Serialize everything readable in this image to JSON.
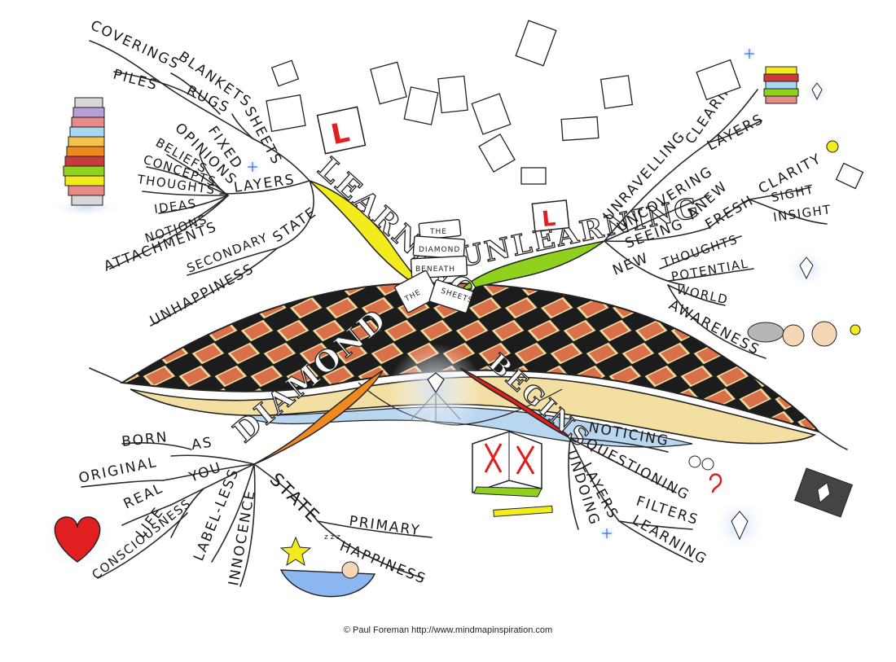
{
  "center": {
    "lines": [
      "THE",
      "DIAMOND",
      "BENEATH",
      "THE",
      "SHEETS"
    ]
  },
  "branches": {
    "learning": {
      "title": "LEARNING",
      "color": "#f2ec1c",
      "labels": {
        "sheets": "SHEETS",
        "blankets": "BLANKETS",
        "coverings": "COVERINGS",
        "rugs": "RUGS",
        "piles": "PILES",
        "layers": "LAYERS",
        "fixed": "FIXED",
        "opinions": "OPINIONS",
        "beliefs": "BELIEFS",
        "concepts": "CONCEPTS",
        "thoughts": "THOUGHTS",
        "ideas": "IDEAS",
        "notions": "NOTIONS",
        "attachments": "ATTACHMENTS",
        "state": "STATE",
        "secondary": "SECONDARY",
        "unhappiness": "UNHAPPINESS"
      }
    },
    "unlearning": {
      "title": "UNLEARNING",
      "color": "#8fd11c",
      "labels": {
        "unravelling": "UNRAVELLING",
        "clearing": "CLEARING",
        "layers": "LAYERS",
        "uncovering": "UNCOVERING",
        "seeing": "SEEING",
        "anew": "ANEW",
        "fresh": "FRESH",
        "clarity": "CLARITY",
        "sight": "SIGHT",
        "insight": "INSIGHT",
        "new": "NEW",
        "thoughts": "THOUGHTS",
        "potential": "POTENTIAL",
        "world": "WORLD",
        "awareness": "AWARENESS"
      }
    },
    "diamond": {
      "title": "DIAMOND",
      "color": "#f08a1e",
      "labels": {
        "born": "BORN",
        "as": "AS",
        "original": "ORIGINAL",
        "you": "YOU",
        "real": "REAL",
        "life": "LIFE",
        "consciousness": "CONSCIOUSNESS",
        "labelless": "LABEL-LESS",
        "innocence": "INNOCENCE",
        "state": "STATE",
        "primary": "PRIMARY",
        "happiness": "HAPPINESS"
      }
    },
    "begins": {
      "title": "BEGINS",
      "color": "#e02020",
      "labels": {
        "noticing": "NOTICING",
        "questioning": "QUESTIONING",
        "layers": "LAYERS",
        "filters": "FILTERS",
        "learning": "LEARNING",
        "undoing": "UNDOING"
      }
    }
  },
  "drawings": {
    "l_plate": "L",
    "baby_zzz": "z z z"
  },
  "colors": {
    "ink": "#2a2a2a",
    "rug_dark": "#1c1c1c",
    "rug_terracotta": "#d9704a",
    "rug_cream": "#f3dfa2"
  },
  "icons": [
    "book-stack-icon",
    "sun-icon",
    "snowflake-icon",
    "diamond-icon",
    "heart-icon",
    "star-icon",
    "book-icon",
    "pencil-icon",
    "face-icon",
    "question-mark-icon"
  ],
  "footer": {
    "credit": "© Paul Foreman http://www.mindmapinspiration.com"
  }
}
